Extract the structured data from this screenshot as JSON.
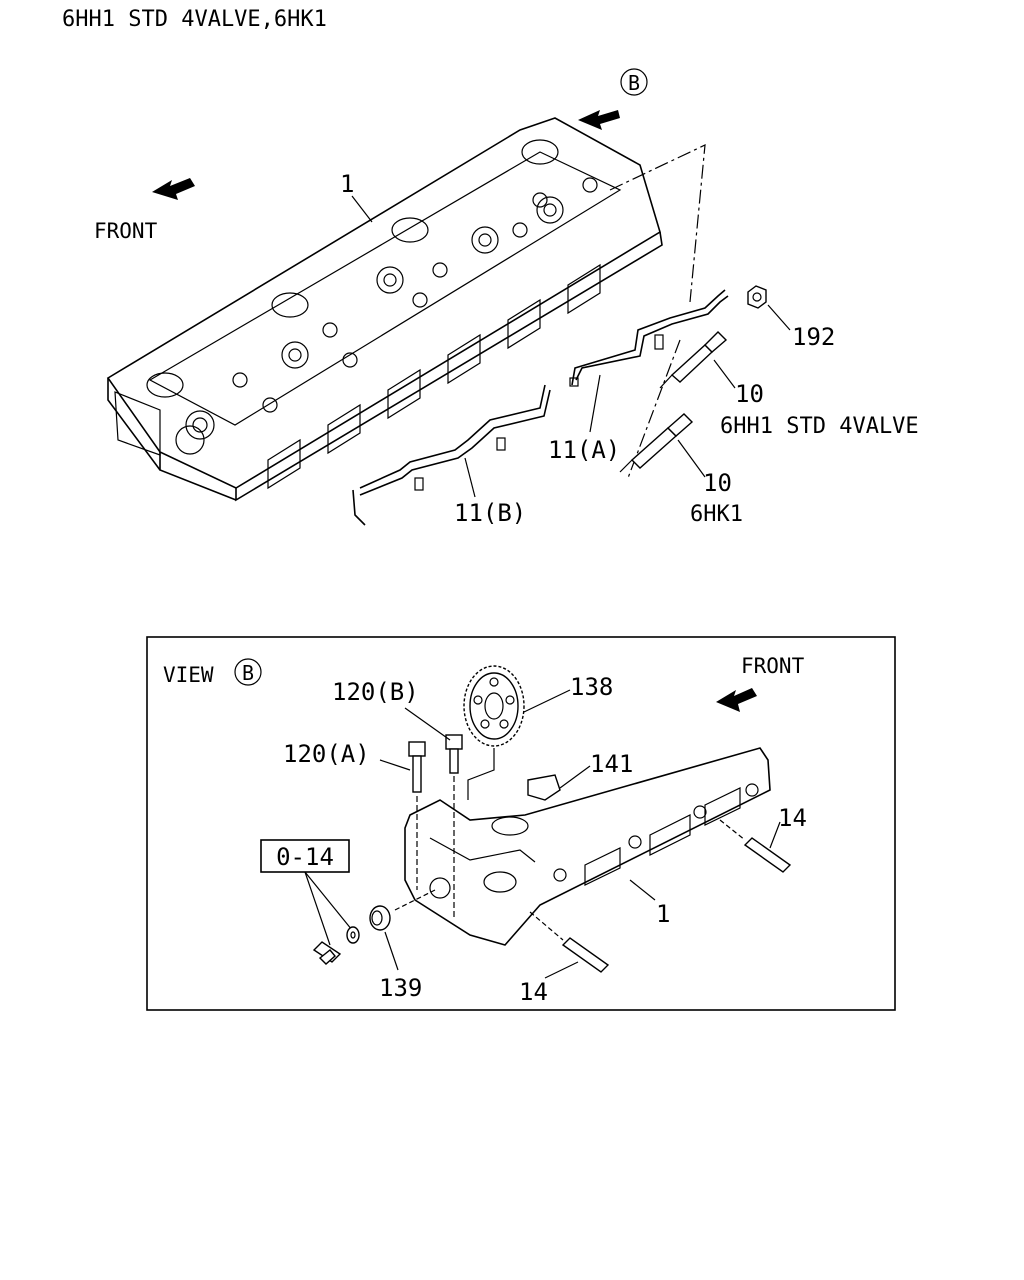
{
  "header": {
    "title": "6HH1 STD 4VALVE,6HK1"
  },
  "top": {
    "view_marker": "B",
    "front": "FRONT",
    "labels": {
      "head": "1",
      "nut": "192",
      "plug_a": "10",
      "plug_a_variant": "6HH1 STD 4VALVE",
      "plug_b": "10",
      "plug_b_variant": "6HK1",
      "harness_a": "11(A)",
      "harness_b": "11(B)"
    }
  },
  "view": {
    "title": "VIEW",
    "marker": "B",
    "front": "FRONT",
    "labels": {
      "bolt_b": "120(B)",
      "bolt_a": "120(A)",
      "gear": "138",
      "key": "141",
      "stud_right": "14",
      "stud_bottom": "14",
      "head": "1",
      "kit": "0-14",
      "bushing": "139"
    }
  }
}
